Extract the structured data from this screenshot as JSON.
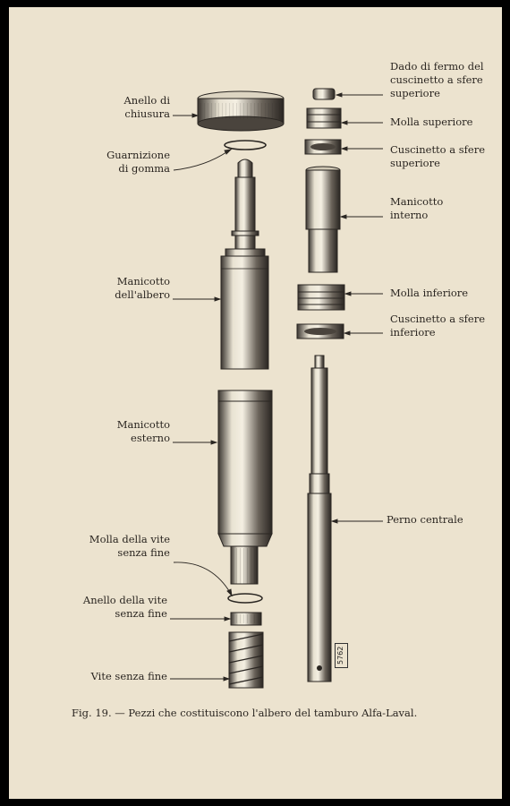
{
  "labels": {
    "anello_chiusura": "Anello di\nchiusura",
    "guarnizione": "Guarnizione\ndi gomma",
    "manicotto_albero": "Manicotto\ndell'albero",
    "manicotto_esterno": "Manicotto\nesterno",
    "molla_vite": "Molla della vite\nsenza fine",
    "anello_vite": "Anello della vite\nsenza fine",
    "vite": "Vite senza fine",
    "dado": "Dado di fermo del\ncuscinetto a sfere\nsuperiore",
    "molla_superiore": "Molla superiore",
    "cuscinetto_superiore": "Cuscinetto a sfere\nsuperiore",
    "manicotto_interno": "Manicotto\ninterno",
    "molla_inferiore": "Molla inferiore",
    "cuscinetto_inferiore": "Cuscinetto a sfere\ninferiore",
    "perno": "Perno centrale"
  },
  "stamp": "5762",
  "caption": "Fig. 19. — Pezzi che costituiscono l'albero del tamburo Alfa-Laval."
}
